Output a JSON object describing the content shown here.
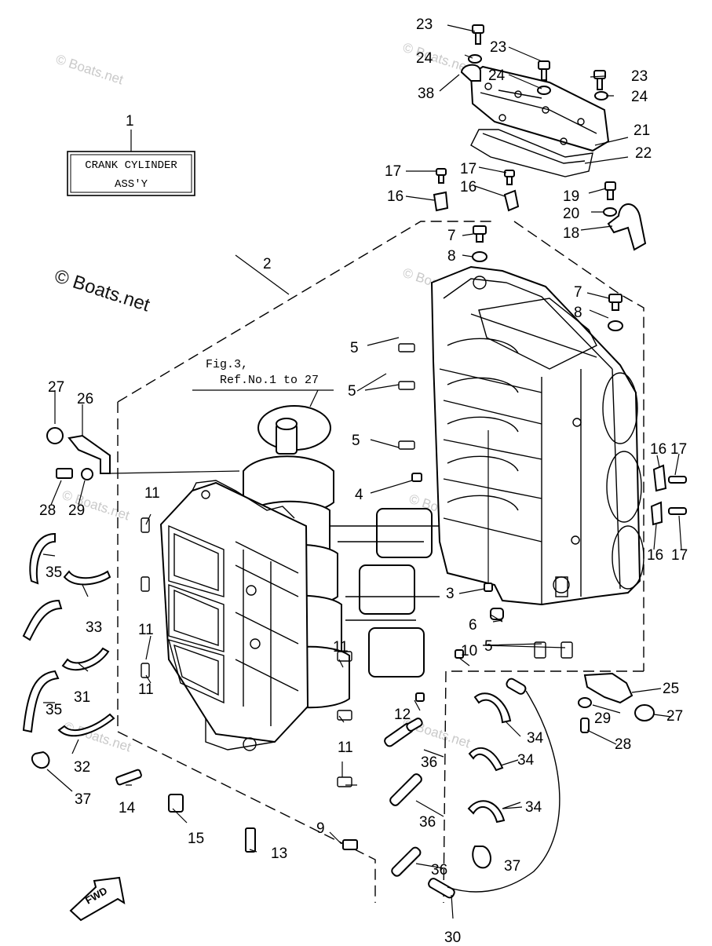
{
  "diagram": {
    "title_box": {
      "line1": "CRANK CYLINDER",
      "line2": "ASS'Y"
    },
    "ref_note": {
      "line1": "Fig.3,",
      "line2": "Ref.No.1 to 27"
    },
    "watermark": "© Boats.net",
    "fwd_label": "FWD",
    "callouts": [
      {
        "id": "c1",
        "label": "1"
      },
      {
        "id": "c2",
        "label": "2"
      },
      {
        "id": "c3",
        "label": "3"
      },
      {
        "id": "c4",
        "label": "4"
      },
      {
        "id": "c5a",
        "label": "5"
      },
      {
        "id": "c5b",
        "label": "5"
      },
      {
        "id": "c5c",
        "label": "5"
      },
      {
        "id": "c5d",
        "label": "5"
      },
      {
        "id": "c6",
        "label": "6"
      },
      {
        "id": "c7a",
        "label": "7"
      },
      {
        "id": "c7b",
        "label": "7"
      },
      {
        "id": "c8a",
        "label": "8"
      },
      {
        "id": "c8b",
        "label": "8"
      },
      {
        "id": "c9",
        "label": "9"
      },
      {
        "id": "c10",
        "label": "10"
      },
      {
        "id": "c11a",
        "label": "11"
      },
      {
        "id": "c11b",
        "label": "11"
      },
      {
        "id": "c11c",
        "label": "11"
      },
      {
        "id": "c11d",
        "label": "11"
      },
      {
        "id": "c11e",
        "label": "11"
      },
      {
        "id": "c12",
        "label": "12"
      },
      {
        "id": "c13",
        "label": "13"
      },
      {
        "id": "c14",
        "label": "14"
      },
      {
        "id": "c15",
        "label": "15"
      },
      {
        "id": "c16a",
        "label": "16"
      },
      {
        "id": "c16b",
        "label": "16"
      },
      {
        "id": "c16c",
        "label": "16"
      },
      {
        "id": "c16d",
        "label": "16"
      },
      {
        "id": "c17a",
        "label": "17"
      },
      {
        "id": "c17b",
        "label": "17"
      },
      {
        "id": "c17c",
        "label": "17"
      },
      {
        "id": "c17d",
        "label": "17"
      },
      {
        "id": "c18",
        "label": "18"
      },
      {
        "id": "c19",
        "label": "19"
      },
      {
        "id": "c20",
        "label": "20"
      },
      {
        "id": "c21",
        "label": "21"
      },
      {
        "id": "c22",
        "label": "22"
      },
      {
        "id": "c23a",
        "label": "23"
      },
      {
        "id": "c23b",
        "label": "23"
      },
      {
        "id": "c23c",
        "label": "23"
      },
      {
        "id": "c24a",
        "label": "24"
      },
      {
        "id": "c24b",
        "label": "24"
      },
      {
        "id": "c24c",
        "label": "24"
      },
      {
        "id": "c25",
        "label": "25"
      },
      {
        "id": "c26",
        "label": "26"
      },
      {
        "id": "c27a",
        "label": "27"
      },
      {
        "id": "c27b",
        "label": "27"
      },
      {
        "id": "c28a",
        "label": "28"
      },
      {
        "id": "c28b",
        "label": "28"
      },
      {
        "id": "c29a",
        "label": "29"
      },
      {
        "id": "c29b",
        "label": "29"
      },
      {
        "id": "c30",
        "label": "30"
      },
      {
        "id": "c31",
        "label": "31"
      },
      {
        "id": "c32",
        "label": "32"
      },
      {
        "id": "c33",
        "label": "33"
      },
      {
        "id": "c34a",
        "label": "34"
      },
      {
        "id": "c34b",
        "label": "34"
      },
      {
        "id": "c34c",
        "label": "34"
      },
      {
        "id": "c35a",
        "label": "35"
      },
      {
        "id": "c35b",
        "label": "35"
      },
      {
        "id": "c36a",
        "label": "36"
      },
      {
        "id": "c36b",
        "label": "36"
      },
      {
        "id": "c36c",
        "label": "36"
      },
      {
        "id": "c37a",
        "label": "37"
      },
      {
        "id": "c37b",
        "label": "37"
      },
      {
        "id": "c38",
        "label": "38"
      }
    ]
  }
}
